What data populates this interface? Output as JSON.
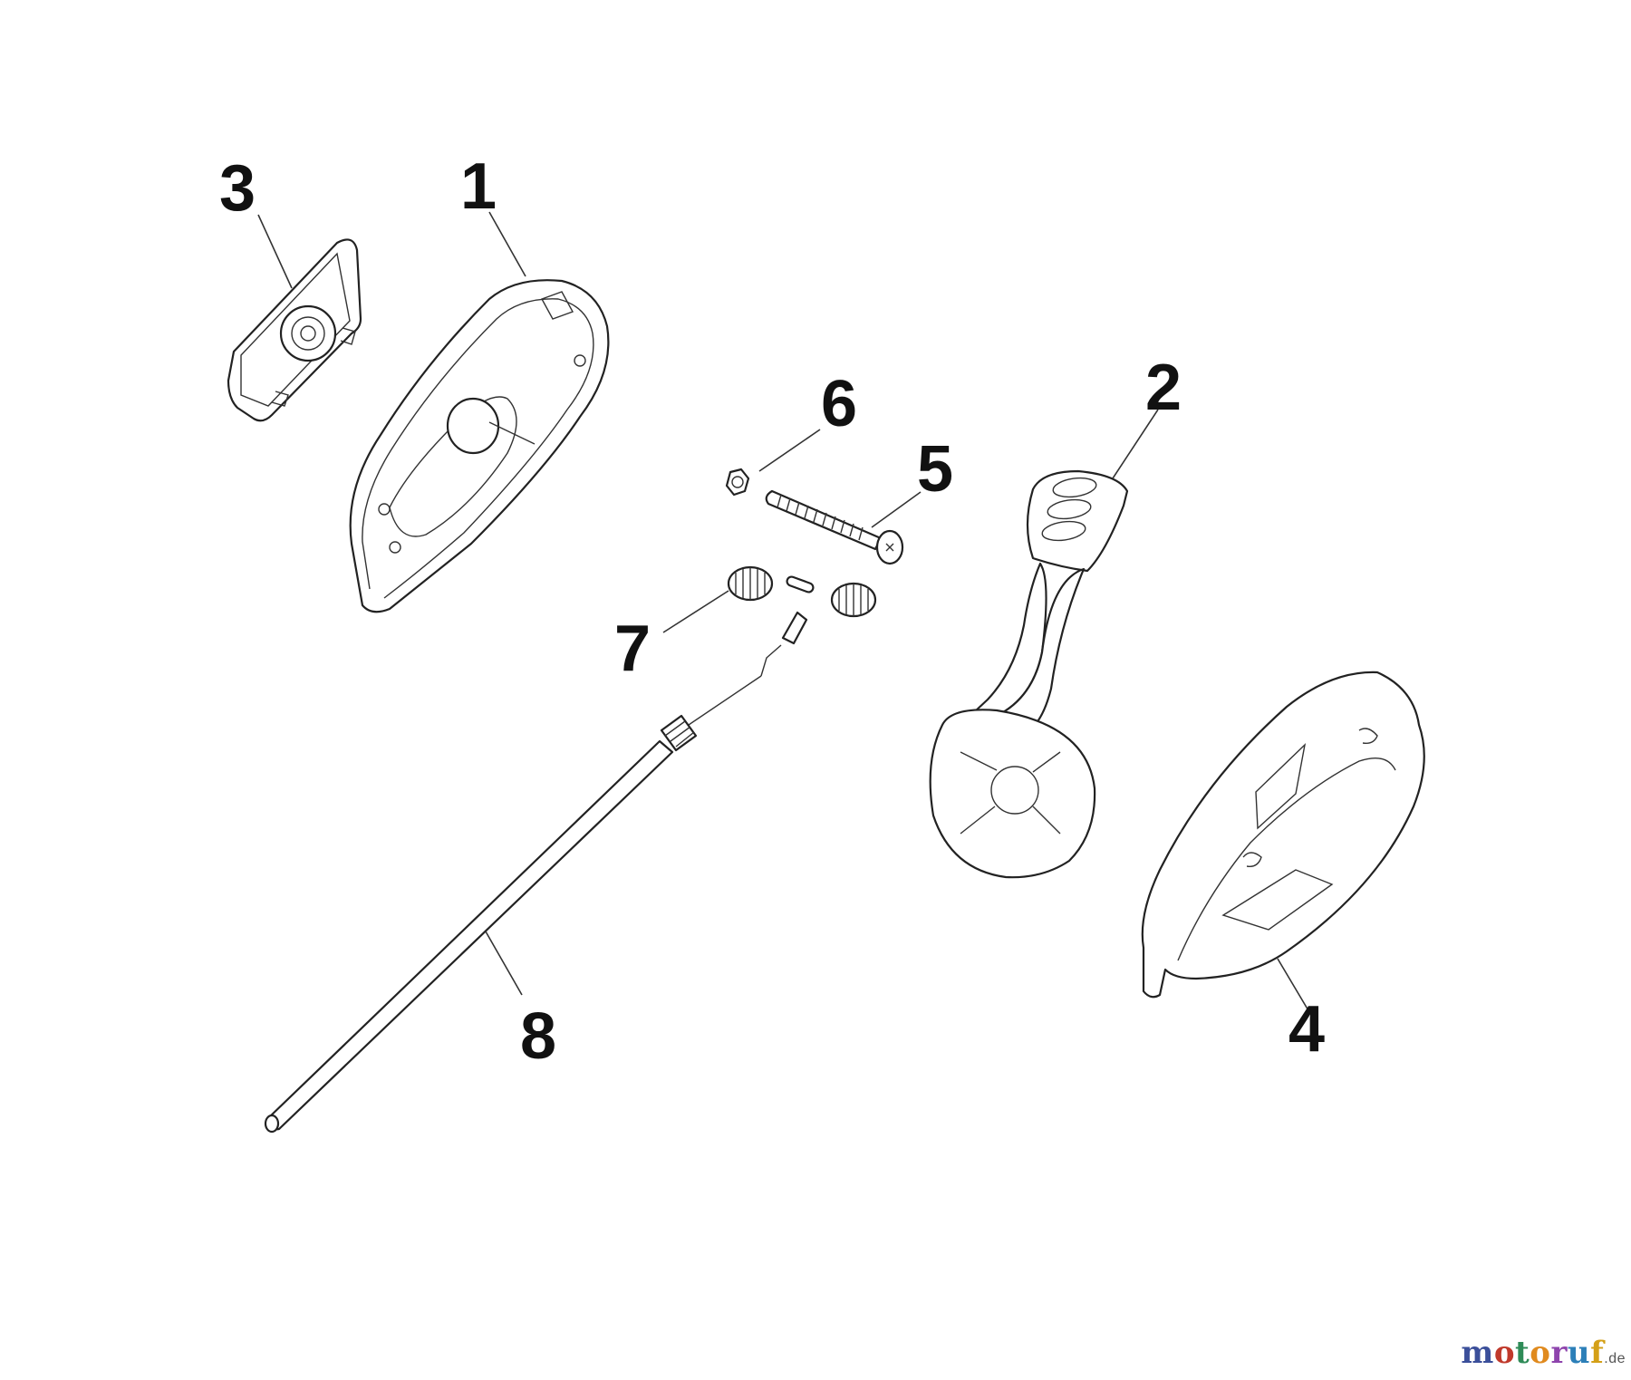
{
  "diagram": {
    "type": "exploded-parts-diagram",
    "callouts": [
      {
        "id": "1",
        "label": "1",
        "part": "handle-housing-left"
      },
      {
        "id": "2",
        "label": "2",
        "part": "control-lever"
      },
      {
        "id": "3",
        "label": "3",
        "part": "cover-plate"
      },
      {
        "id": "4",
        "label": "4",
        "part": "handle-housing-right"
      },
      {
        "id": "5",
        "label": "5",
        "part": "screw"
      },
      {
        "id": "6",
        "label": "6",
        "part": "hex-nut"
      },
      {
        "id": "7",
        "label": "7",
        "part": "spring"
      },
      {
        "id": "8",
        "label": "8",
        "part": "bowden-cable"
      }
    ]
  },
  "watermark": {
    "letters": [
      "m",
      "o",
      "t",
      "o",
      "r",
      "u",
      "f"
    ],
    "colors": [
      "#3b4f9a",
      "#c0392b",
      "#2e8b57",
      "#e08a1e",
      "#8e44ad",
      "#2c7fb8",
      "#d4a017"
    ],
    "tld": ".de"
  }
}
